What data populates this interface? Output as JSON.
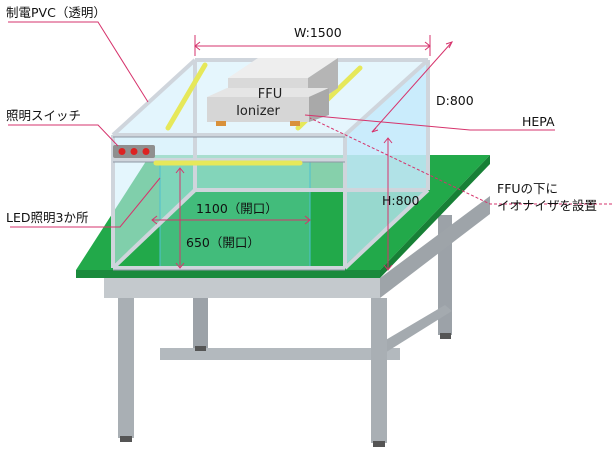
{
  "labels": {
    "pvc": "制電PVC（透明）",
    "switch": "照明スイッチ",
    "led": "LED照明3か所",
    "hepa": "HEPA",
    "ffu_note_1": "FFUの下に",
    "ffu_note_2": "イオナイザを設置"
  },
  "boxes": {
    "ffu": "FFU",
    "ionizer": "Ionizer"
  },
  "dimensions": {
    "width": "W:1500",
    "depth": "D:800",
    "height": "H:800",
    "opening_width": "1100（開口）",
    "opening_height": "650（開口）"
  },
  "colors": {
    "table_top": "#22a94a",
    "frame": "#d6dbe2",
    "panel": "#cfefff",
    "leader": "#d6336c",
    "led": "#e6e85a",
    "legs": "#a7adb3"
  }
}
